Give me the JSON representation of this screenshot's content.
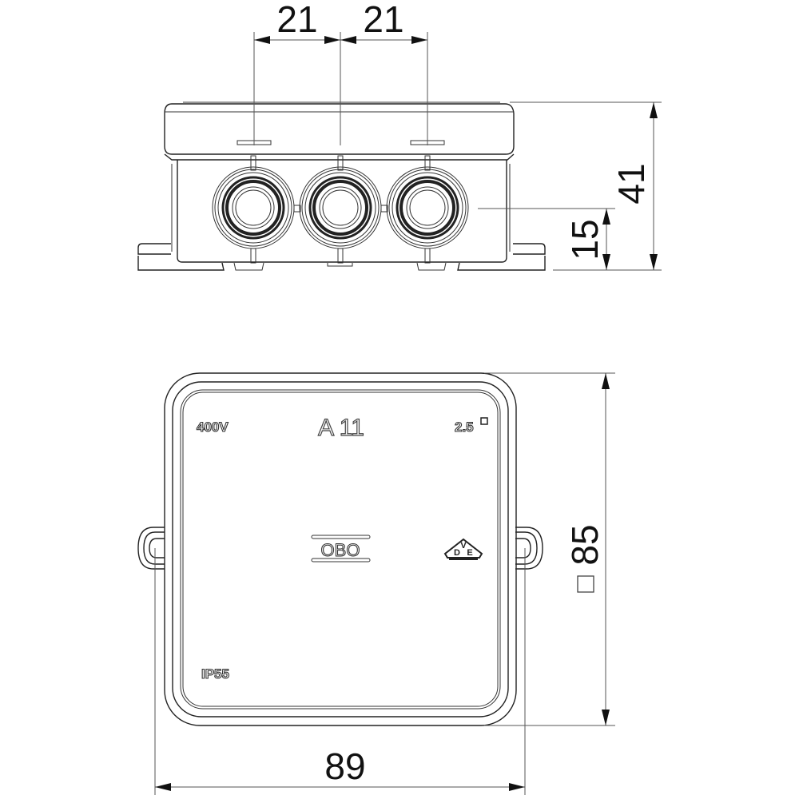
{
  "drawing": {
    "subject": "OBO A 11 junction box technical drawing",
    "stroke_color": "#222222",
    "background": "#ffffff"
  },
  "side_view": {
    "entry_spacing_left": "21",
    "entry_spacing_right": "21",
    "total_height": "41",
    "entry_center_height": "15",
    "cable_entries": 3
  },
  "top_view": {
    "width": "89",
    "depth": "85",
    "depth_square_symbol": "□",
    "lid_markings": {
      "voltage": "400V",
      "model": "A 11",
      "cross_section": "2.5",
      "cross_section_symbol": "□",
      "protection": "IP55",
      "brand_logo": "OBO",
      "cert_logo_letters": [
        "V",
        "D",
        "E"
      ]
    }
  }
}
